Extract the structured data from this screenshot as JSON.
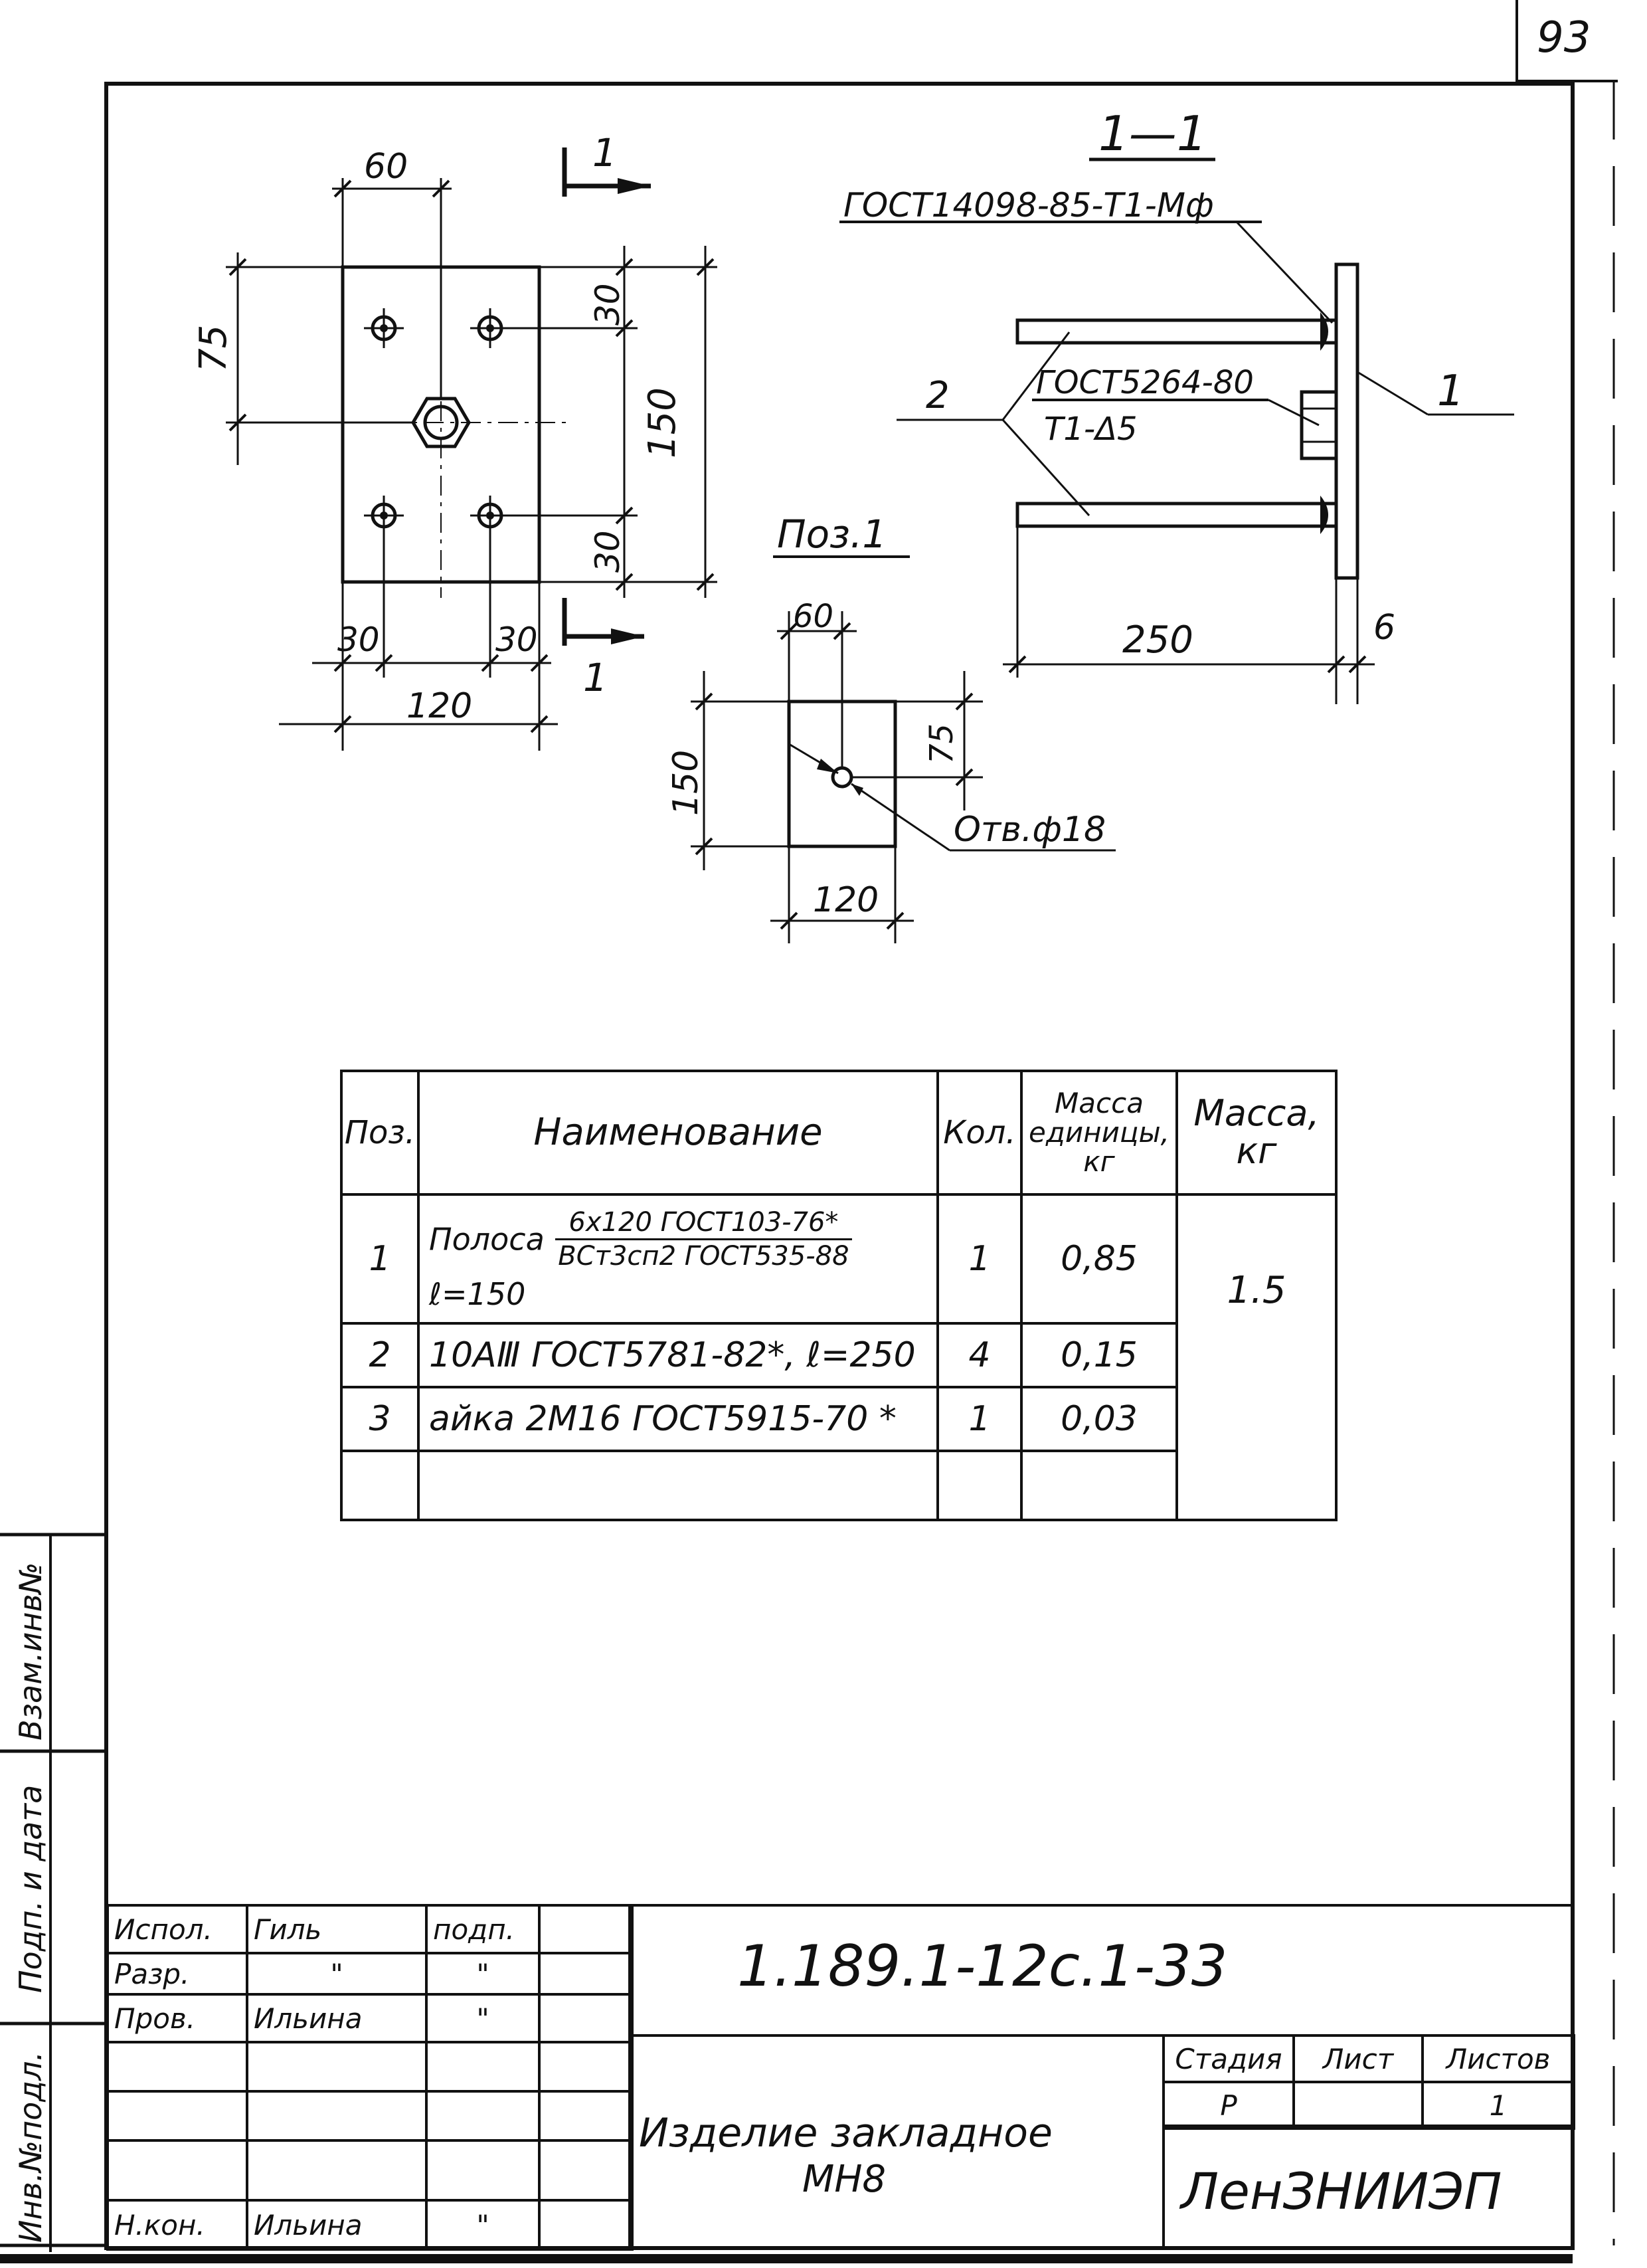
{
  "page_number": "93",
  "drawing": {
    "plan": {
      "dim_top": "60",
      "dim_left": "75",
      "dim_right_top": "30",
      "dim_right_total": "150",
      "dim_right_bottom": "30",
      "dim_bottom_left": "30",
      "dim_bottom_right": "30",
      "dim_bottom_total": "120",
      "cut_mark_top": "1",
      "cut_mark_bottom": "1"
    },
    "section": {
      "title": "1—1",
      "weld_top": "ГОСТ14098-85-Т1-Мф",
      "weld_mid_line1": "ГОСТ5264-80",
      "weld_mid_line2": "Т1-Δ5",
      "pos_left": "2",
      "pos_right": "1",
      "dim_length": "250",
      "dim_thickness": "6"
    },
    "detail": {
      "title": "Поз.1",
      "dim_top": "60",
      "dim_left": "150",
      "dim_right": "75",
      "dim_bottom": "120",
      "hole_label": "Отв.ф18"
    }
  },
  "spec_table": {
    "headers": {
      "pos": "Поз.",
      "name": "Наименование",
      "qty": "Кол.",
      "unit_mass": "Масса единицы, кг",
      "mass": "Масса, кг"
    },
    "rows": [
      {
        "pos": "1",
        "name_prefix": "Полоса",
        "name_num": "6x120 ГОСТ103-76*",
        "name_den": "ВСт3сп2 ГОСТ535-88",
        "name_suffix": "ℓ=150",
        "qty": "1",
        "unit_mass": "0,85"
      },
      {
        "pos": "2",
        "name": "10АⅢ ГОСТ5781-82*, ℓ=250",
        "qty": "4",
        "unit_mass": "0,15"
      },
      {
        "pos": "3",
        "name": "айка 2М16 ГОСТ5915-70 *",
        "qty": "1",
        "unit_mass": "0,03"
      }
    ],
    "total_mass": "1.5"
  },
  "side_stamp": {
    "vzam_inv": "Взам.инв№",
    "podp_data": "Подп. и дата",
    "inv_podl": "Инв.№подл."
  },
  "title_block": {
    "roles": [
      {
        "role": "Испол.",
        "name": "Гиль",
        "sign": "подп."
      },
      {
        "role": "Разр.",
        "name": "\"",
        "sign": "\""
      },
      {
        "role": "Пров.",
        "name": "Ильина",
        "sign": "\""
      },
      {
        "role": "",
        "name": "",
        "sign": ""
      },
      {
        "role": "",
        "name": "",
        "sign": ""
      },
      {
        "role": "",
        "name": "",
        "sign": ""
      },
      {
        "role": "Н.кон.",
        "name": "Ильина",
        "sign": "\""
      }
    ],
    "doc_code": "1.189.1-12с.1-33",
    "title_line1": "Изделие закладное",
    "title_line2": "МН8",
    "stage_label": "Стадия",
    "sheet_label": "Лист",
    "sheets_label": "Листов",
    "stage_value": "Р",
    "sheet_value": "",
    "sheets_value": "1",
    "organization": "ЛенЗНИИЭП"
  }
}
